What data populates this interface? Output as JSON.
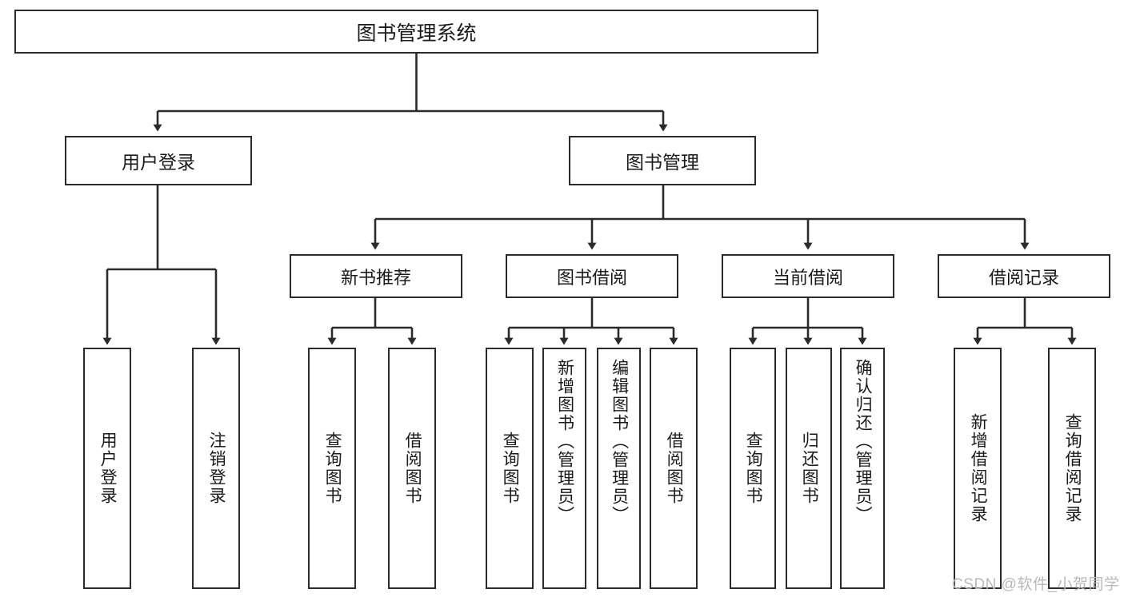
{
  "diagram": {
    "type": "tree",
    "title": "图书管理系统",
    "orientation": "top-down",
    "levels": 4,
    "root": {
      "label": "图书管理系统"
    },
    "level2": [
      {
        "label": "用户登录"
      },
      {
        "label": "图书管理"
      }
    ],
    "level3": [
      {
        "label": "新书推荐",
        "parent": "图书管理"
      },
      {
        "label": "图书借阅",
        "parent": "图书管理"
      },
      {
        "label": "当前借阅",
        "parent": "图书管理"
      },
      {
        "label": "借阅记录",
        "parent": "图书管理"
      }
    ],
    "leaves": {
      "user_login": [
        {
          "label": "用户登录"
        },
        {
          "label": "注销登录"
        }
      ],
      "new_book": [
        {
          "label": "查询图书"
        },
        {
          "label": "借阅图书"
        }
      ],
      "borrow_book": [
        {
          "label": "查询图书"
        },
        {
          "label": "新增图书（管理员）"
        },
        {
          "label": "编辑图书（管理员）"
        },
        {
          "label": "借阅图书"
        }
      ],
      "current_borrow": [
        {
          "label": "查询图书"
        },
        {
          "label": "归还图书"
        },
        {
          "label": "确认归还（管理员）"
        }
      ],
      "borrow_record": [
        {
          "label": "新增借阅记录"
        },
        {
          "label": "查询借阅记录"
        }
      ]
    }
  },
  "watermark": {
    "text": "CSDN @软件_小贺同学"
  },
  "colors": {
    "stroke": "#2b2b2b",
    "background": "#ffffff",
    "text": "#1a1a1a",
    "watermark": "#b9b9b9"
  }
}
